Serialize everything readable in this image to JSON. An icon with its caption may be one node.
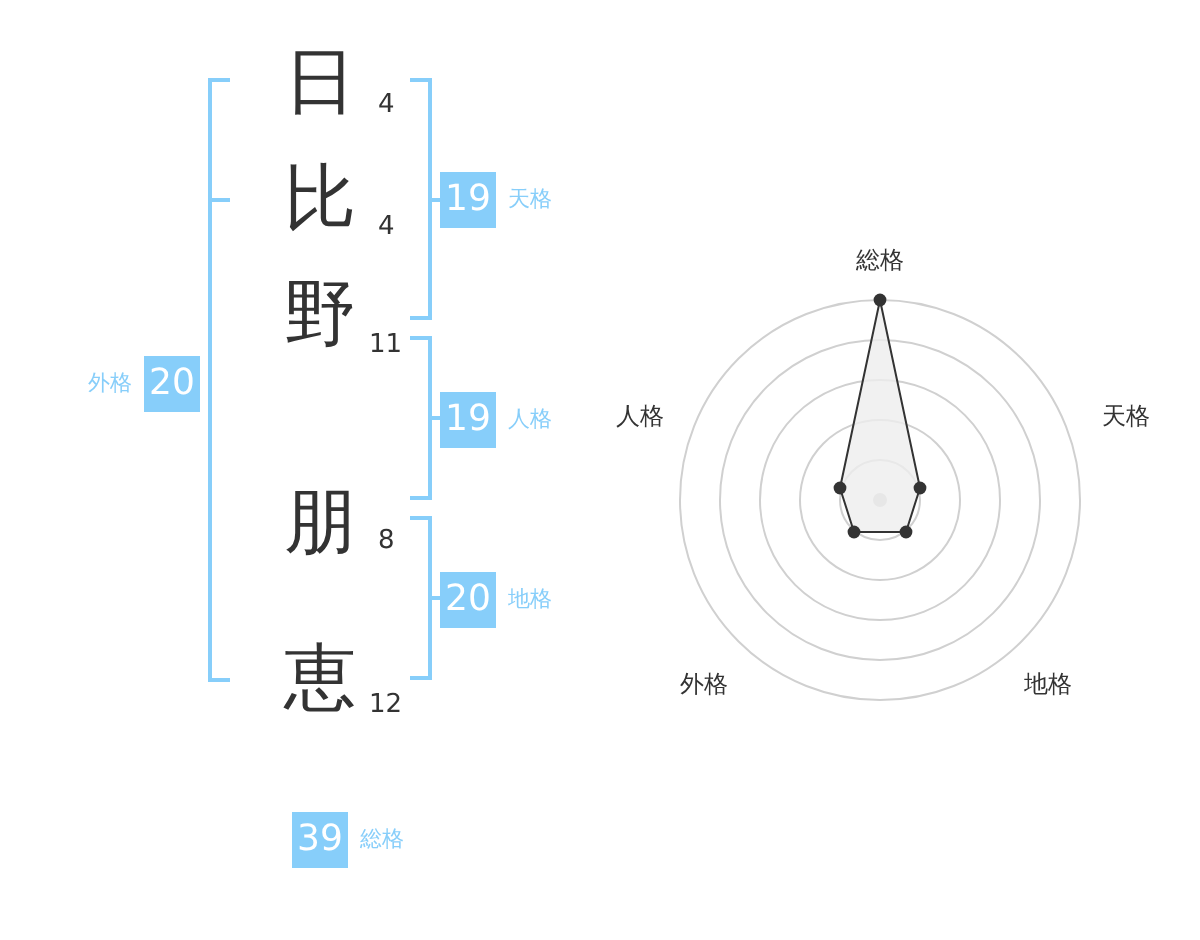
{
  "diagram": {
    "nodes": [
      {
        "text": [
          "19"
        ],
        "beside": [
          "天格"
        ]
      },
      {
        "text": [
          "20"
        ],
        "beside": [
          "外格"
        ]
      },
      {
        "text": [
          "19"
        ],
        "beside": [
          "人格"
        ]
      },
      {
        "text": [
          "20"
        ],
        "beside": [
          "地格"
        ]
      },
      {
        "text": [
          "39"
        ],
        "beside": [
          "総格"
        ]
      }
    ],
    "labels": [
      "日",
      "4",
      "比",
      "4",
      "野",
      "11",
      "朋",
      "8",
      "恵",
      "12",
      "総格",
      "人格",
      "天格",
      "外格",
      "地格"
    ]
  }
}
